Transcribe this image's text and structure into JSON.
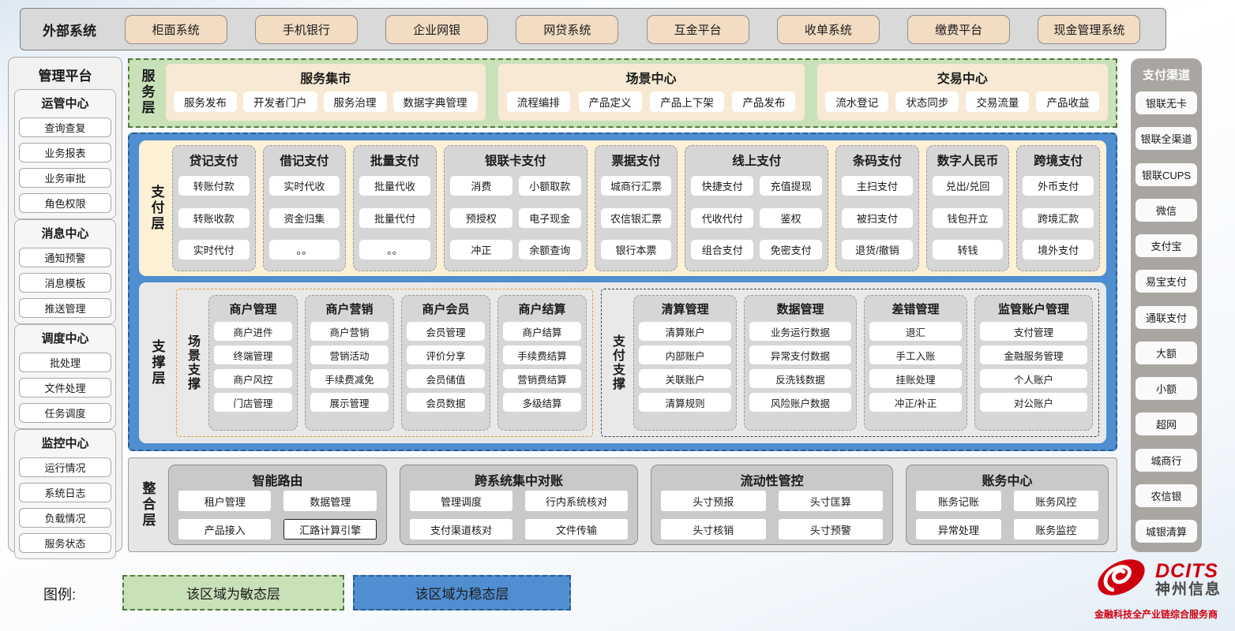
{
  "external_systems": {
    "label": "外部系统",
    "items": [
      "柜面系统",
      "手机银行",
      "企业网银",
      "网贷系统",
      "互金平台",
      "收单系统",
      "缴费平台",
      "现金管理系统"
    ]
  },
  "management_platform": {
    "title": "管理平台",
    "sections": [
      {
        "title": "运管中心",
        "items": [
          "查询查复",
          "业务报表",
          "业务审批",
          "角色权限"
        ]
      },
      {
        "title": "消息中心",
        "items": [
          "通知预警",
          "消息模板",
          "推送管理"
        ]
      },
      {
        "title": "调度中心",
        "items": [
          "批处理",
          "文件处理",
          "任务调度"
        ]
      },
      {
        "title": "监控中心",
        "items": [
          "运行情况",
          "系统日志",
          "负载情况",
          "服务状态"
        ]
      }
    ]
  },
  "service_layer": {
    "label": "服务层",
    "groups": [
      {
        "title": "服务集市",
        "items": [
          "服务发布",
          "开发者门户",
          "服务治理",
          "数据字典管理"
        ]
      },
      {
        "title": "场景中心",
        "items": [
          "流程编排",
          "产品定义",
          "产品上下架",
          "产品发布"
        ]
      },
      {
        "title": "交易中心",
        "items": [
          "流水登记",
          "状态同步",
          "交易流量",
          "产品收益"
        ]
      }
    ]
  },
  "payment_layer": {
    "label": "支付层",
    "columns": [
      {
        "title": "贷记支付",
        "cols": 1,
        "items": [
          "转账付款",
          "转账收款",
          "实时代付"
        ]
      },
      {
        "title": "借记支付",
        "cols": 1,
        "items": [
          "实时代收",
          "资金归集",
          "。。"
        ]
      },
      {
        "title": "批量支付",
        "cols": 1,
        "items": [
          "批量代收",
          "批量代付",
          "。。"
        ]
      },
      {
        "title": "银联卡支付",
        "cols": 2,
        "items": [
          "消费",
          "小额取款",
          "预授权",
          "电子现金",
          "冲正",
          "余额查询"
        ]
      },
      {
        "title": "票据支付",
        "cols": 1,
        "items": [
          "城商行汇票",
          "农信银汇票",
          "银行本票"
        ]
      },
      {
        "title": "线上支付",
        "cols": 2,
        "items": [
          "快捷支付",
          "充值提现",
          "代收代付",
          "鉴权",
          "组合支付",
          "免密支付"
        ]
      },
      {
        "title": "条码支付",
        "cols": 1,
        "items": [
          "主扫支付",
          "被扫支付",
          "退货/撤销"
        ]
      },
      {
        "title": "数字人民币",
        "cols": 1,
        "items": [
          "兑出/兑回",
          "钱包开立",
          "转钱"
        ]
      },
      {
        "title": "跨境支付",
        "cols": 1,
        "items": [
          "外币支付",
          "跨境汇款",
          "境外支付"
        ]
      }
    ]
  },
  "support_layer": {
    "label": "支撑层",
    "scene_support": {
      "label": "场景支撑",
      "columns": [
        {
          "title": "商户管理",
          "items": [
            "商户进件",
            "终端管理",
            "商户风控",
            "门店管理"
          ]
        },
        {
          "title": "商户营销",
          "items": [
            "商户营销",
            "营销活动",
            "手续费减免",
            "展示管理"
          ]
        },
        {
          "title": "商户会员",
          "items": [
            "会员管理",
            "评价分享",
            "会员储值",
            "会员数据"
          ]
        },
        {
          "title": "商户结算",
          "items": [
            "商户结算",
            "手续费结算",
            "营销费结算",
            "多级结算"
          ]
        }
      ]
    },
    "payment_support": {
      "label": "支付支撑",
      "columns": [
        {
          "title": "清算管理",
          "items": [
            "清算账户",
            "内部账户",
            "关联账户",
            "清算规则"
          ]
        },
        {
          "title": "数据管理",
          "items": [
            "业务运行数据",
            "异常支付数据",
            "反洗钱数据",
            "风险账户数据"
          ]
        },
        {
          "title": "差错管理",
          "items": [
            "退汇",
            "手工入账",
            "挂账处理",
            "冲正/补正"
          ]
        },
        {
          "title": "监管账户管理",
          "items": [
            "支付管理",
            "金融服务管理",
            "个人账户",
            "对公账户"
          ]
        }
      ]
    }
  },
  "integration_layer": {
    "label": "整合层",
    "groups": [
      {
        "title": "智能路由",
        "emphasized_index": 3,
        "items": [
          "租户管理",
          "数据管理",
          "产品接入",
          "汇路计算引擎"
        ]
      },
      {
        "title": "跨系统集中对账",
        "items": [
          "管理调度",
          "行内系统核对",
          "支付渠道核对",
          "文件传输"
        ]
      },
      {
        "title": "流动性管控",
        "items": [
          "头寸预报",
          "头寸匡算",
          "头寸核销",
          "头寸预警"
        ]
      },
      {
        "title": "账务中心",
        "items": [
          "账务记账",
          "账务风控",
          "异常处理",
          "账务监控"
        ]
      }
    ]
  },
  "payment_channels": {
    "title": "支付渠道",
    "items": [
      "银联无卡",
      "银联全渠道",
      "银联CUPS",
      "微信",
      "支付宝",
      "易宝支付",
      "通联支付",
      "大额",
      "小额",
      "超网",
      "城商行",
      "农信银",
      "城银清算"
    ]
  },
  "legend": {
    "label": "图例:",
    "agile": "该区域为敏态层",
    "stable": "该区域为稳态层"
  },
  "logo": {
    "name": "DCITS",
    "company": "神州信息",
    "tagline": "金融科技全产业链综合服务商"
  },
  "colors": {
    "stable_blue": "#4f8ed0",
    "stable_blue_border": "#2b5c8f",
    "agile_green": "#c9e1b9",
    "agile_green_border": "#53793b",
    "payment_cream": "#fcf0d5",
    "external_tan": "#f2dcc2",
    "service_tan": "#f7e9d3",
    "column_gray": "#d6d6d6",
    "channel_gray": "#a9a5a1",
    "scene_orange_border": "#e09a3c",
    "logo_red": "#cf000e"
  }
}
